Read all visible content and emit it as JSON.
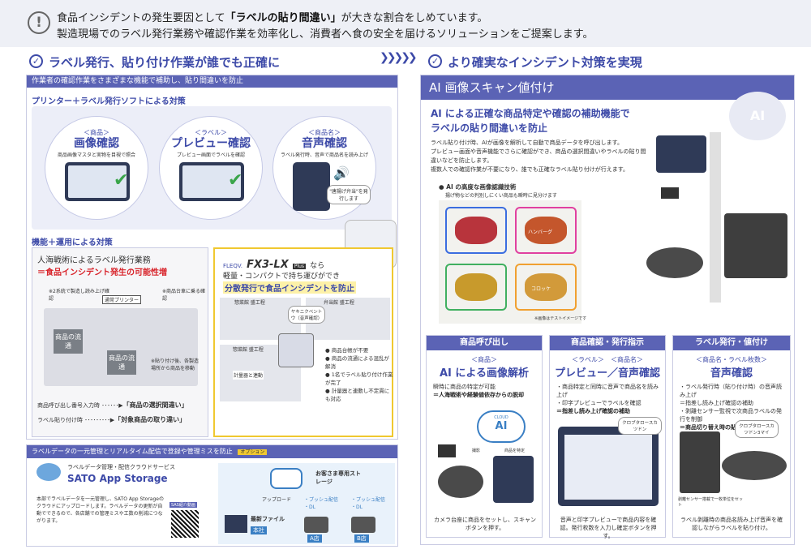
{
  "header": {
    "icon": "exclamation-circle-icon",
    "line1_pre": "食品インシデントの発生要因として",
    "line1_bold": "「ラベルの貼り間違い」",
    "line1_post": "が大きな割合をしめています。",
    "line2": "製造現場でのラベル発行業務や確認作業を効率化し、消費者へ食の安全を届けるソリューションをご提案します。"
  },
  "left_heading": "ラベル発行、貼り付け作業が誰でも正確に",
  "right_heading": "より確実なインシデント対策を実現",
  "left": {
    "bar": "作業者の確認作業をさまざまな機能で補助し、貼り間違いを防止",
    "printer_section": "プリンター＋ラベル発行ソフトによる対策",
    "circles": [
      {
        "tag": "＜商品＞",
        "title": "画像確認",
        "caption": "商品画像マスタと実物を目視で照合"
      },
      {
        "tag": "＜ラベル＞",
        "title": "プレビュー確認",
        "caption": "プレビュー画面でラベルを確認"
      },
      {
        "tag": "＜商品名＞",
        "title": "音声確認",
        "caption": "ラベル発行時、音声で商品名を読み上げ"
      }
    ],
    "voice_bubble": "\"唐揚げ弁当\"を発行します",
    "ops_section": "機能＋運用による対策",
    "panel_a": {
      "line1": "人海戦術によるラベル発行業務",
      "line2": "＝食品インシデント発生の可能性増",
      "note_left": "※2系統で製造し読み上げ確認",
      "printer_label": "通常プリンター",
      "note_right": "※商品台車に乗る確認",
      "flow1": "商品の流通",
      "flow2": "商品の流通",
      "note_move": "※貼り付け後、各製造場所から商品を移動",
      "row1_a": "商品呼び出し番号入力時 ･･････▶",
      "row1_b": "「商品の選択間違い」",
      "row2_a": "ラベル貼り付け時 ･････････▶",
      "row2_b": "「対象商品の取り違い」"
    },
    "panel_b": {
      "brand": "FLEQV.",
      "model": "FX3-LX",
      "plus": "Plus",
      "suffix": "なら",
      "line2": "軽量・コンパクトで持ち運びができ",
      "line3": "分散発行で食品インシデントを防止",
      "zone1": "惣菜館 盛工程",
      "zone2": "弁当館 盛工程",
      "zone3": "惣菜館 盛工程",
      "zone4": "計量器と連動",
      "bubble": "ヤキニクベントウ（音声確認）",
      "bullets": [
        "商品台帳が不要",
        "商品の流通による混乱が解消",
        "1名でラベル貼り付け作業が完了",
        "計量器と連動し不定貫にも対応"
      ]
    }
  },
  "bottom": {
    "bar": "ラベルデータの一元管理とリアルタイム配信で登録や管理ミスを防止",
    "option": "オプション",
    "service_sub": "ラベルデータ管理・配信クラウドサービス",
    "service_name": "SATO App Storage",
    "desc": "本部でラベルデータを一元管理し、SATO App Storageのクラウドにアップロードします。ラベルデータの更新が自動でできるので、各店舗での管理ミスや工数の削減につながります。",
    "qr_label": "SAS紹介動画",
    "storage": "お客さま専用ストレージ",
    "upload": "アップロード",
    "push1": "・プッシュ配信\n・DL",
    "push2": "・プッシュ配信\n・DL",
    "latest": "最新ファイル",
    "hq": "本社",
    "store_a": "A店",
    "store_b": "B店"
  },
  "right": {
    "title_bar": "AI 画像スキャン値付け",
    "headline1": "AI による正確な商品特定や確認の補助機能で",
    "headline2": "ラベルの貼り間違いを防止",
    "body1": "ラベル貼り付け時、AIが画像を解析して自動で商品データを呼び出します。",
    "body2": "プレビュー画面や音声機能でさらに確認ができ、商品の選択間違いやラベルの貼り間違いなどを防止します。",
    "body3": "複数人での確認作業が不要になり、誰でも正確なラベル貼り付けが行えます。",
    "tech_title": "● AI の高度な画像認識技術",
    "tech_sub": "揚げ物などの判別しにくい商品も瞬時に見分けます",
    "foods": [
      "",
      "ハンバーグ",
      "",
      "コロッケ"
    ],
    "test_note": "※画像はテストイメージです",
    "ai_badge": "AI",
    "columns": [
      {
        "head": "商品呼び出し",
        "tag": "＜商品＞",
        "title": "AI による画像解析",
        "text": "瞬時に商品の特定が可能",
        "text_b": "＝人海戦術や経験値依存からの脱却",
        "cloud": "CLOUD",
        "cloud_ai": "AI",
        "lbl1": "撮影",
        "lbl2": "商品を特定",
        "caption": "カメラ台座に商品をセットし、スキャンボタンを押す。"
      },
      {
        "head": "商品確認・発行指示",
        "tag": "＜ラベル＞　＜商品名＞",
        "title": "プレビュー／音声確認",
        "text": "・商品特定と同時に音声で商品名を読み上げ\n・印字プレビューでラベルを確認",
        "text_b": "＝指差し読み上げ確認の補助",
        "bubble": "クロブタロースカツドン",
        "caption": "音声と印字プレビューで商品内容を確認。発行枚数を入力し確定ボタンを押す。"
      },
      {
        "head": "ラベル発行・値付け",
        "tag": "＜商品名・ラベル枚数＞",
        "title": "音声確認",
        "text": "・ラベル発行時（貼り付け時）の音声読み上げ\n＝指差し読み上げ確認の補助\n・剥離センサー監視で次商品ラベルの発行を制御",
        "text_b": "＝商品切り替え時の貼り間違いを防止",
        "bubble": "クロブタロースカツドン3マイ",
        "sensor": "剥離センサー搭載で一枚単位をセット",
        "caption": "ラベル剥離時の商品名読み上げ音声を確認しながらラベルを貼り付け。"
      }
    ]
  }
}
